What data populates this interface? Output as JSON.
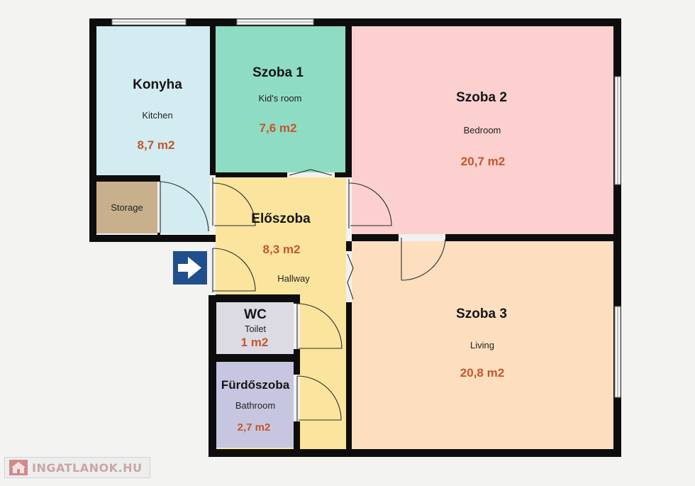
{
  "rooms": {
    "konyha": {
      "name": "Konyha",
      "sub": "Kitchen",
      "area": "8,7 m2",
      "color": "#d3ecf1"
    },
    "szoba1": {
      "name": "Szoba 1",
      "sub": "Kid's room",
      "area": "7,6 m2",
      "color": "#8fdcc4"
    },
    "szoba2": {
      "name": "Szoba 2",
      "sub": "Bedroom",
      "area": "20,7 m2",
      "color": "#fbd0cf"
    },
    "eloszoba": {
      "name": "Előszoba",
      "sub": "Hallway",
      "area": "8,3 m2",
      "color": "#fbe59e"
    },
    "szoba3": {
      "name": "Szoba 3",
      "sub": "Living",
      "area": "20,8 m2",
      "color": "#fddfc0"
    },
    "wc": {
      "name": "WC",
      "sub": "Toilet",
      "area": "1 m2",
      "color": "#dcdbe4"
    },
    "furdo": {
      "name": "Fürdőszoba",
      "sub": "Bathroom",
      "area": "2,7 m2",
      "color": "#c7c6e0"
    },
    "storage": {
      "sub": "Storage",
      "color": "#c8b08d"
    }
  },
  "entrance": {
    "icon": "arrow-right-icon",
    "color": "#1f4f8c"
  },
  "watermark": {
    "text": "INGATLANOK.HU",
    "icon": "house-icon"
  },
  "colors": {
    "wall": "#0d0d0d",
    "area_text": "#c4562c"
  }
}
